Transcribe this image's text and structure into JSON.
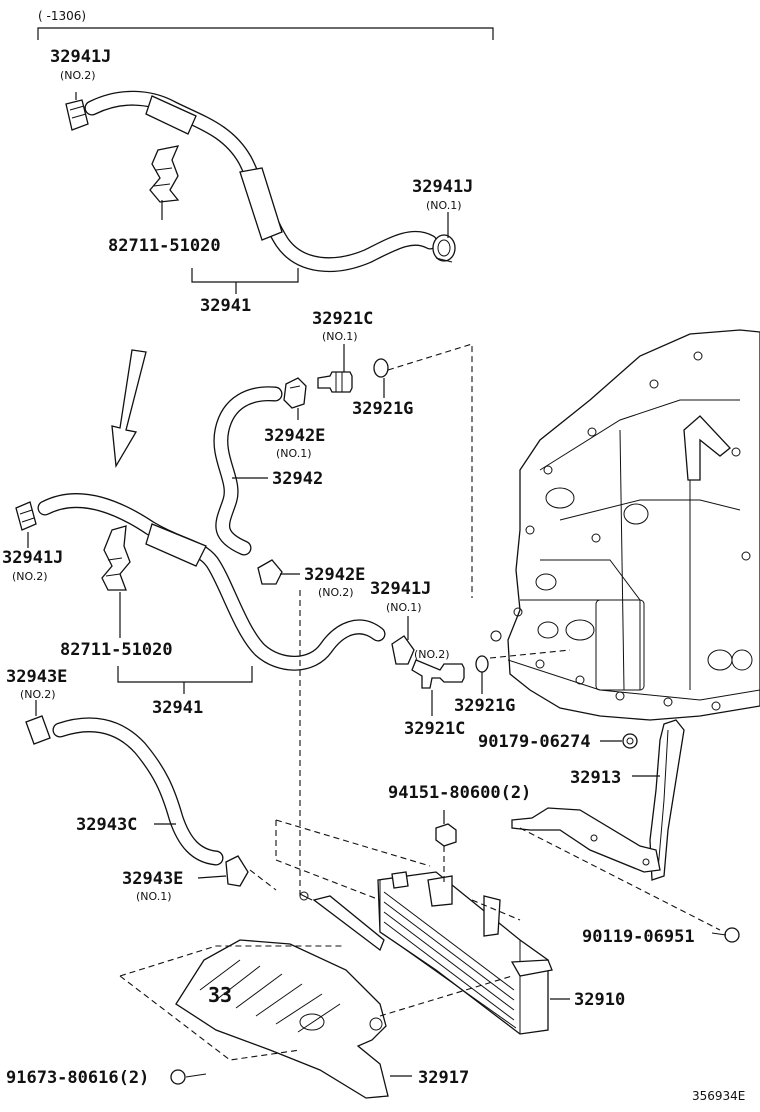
{
  "header_note": "(    -1306)",
  "figure_code": "356934E",
  "labels": {
    "top_32941J_no2": {
      "part": "32941J",
      "sub": "(NO.2)"
    },
    "top_32941J_no1": {
      "part": "32941J",
      "sub": "(NO.1)"
    },
    "top_clip": {
      "part": "82711-51020"
    },
    "top_hose": {
      "part": "32941"
    },
    "union_no1": {
      "part": "32921C",
      "sub": "(NO.1)"
    },
    "gasket_top": {
      "part": "32921G"
    },
    "clamp_32942E_no1": {
      "part": "32942E",
      "sub": "(NO.1)"
    },
    "hose_32942": {
      "part": "32942"
    },
    "mid_32941J_no2": {
      "part": "32941J",
      "sub": "(NO.2)"
    },
    "clamp_32942E_no2": {
      "part": "32942E",
      "sub": "(NO.2)"
    },
    "mid_32941J_no1": {
      "part": "32941J",
      "sub": "(NO.1)"
    },
    "mid_clip": {
      "part": "82711-51020"
    },
    "union_no2": {
      "part": "32921C",
      "sub": "(NO.2)"
    },
    "gasket_bottom": {
      "part": "32921G"
    },
    "mid_hose": {
      "part": "32941"
    },
    "clamp_32943E_no2": {
      "part": "32943E",
      "sub": "(NO.2)"
    },
    "bolt_90179": {
      "part": "90179-06274"
    },
    "bracket_32913": {
      "part": "32913"
    },
    "bolt_94151": {
      "part": "94151-80600(2)"
    },
    "hose_32943C": {
      "part": "32943C"
    },
    "clamp_32943E_no1": {
      "part": "32943E",
      "sub": "(NO.1)"
    },
    "bolt_90119": {
      "part": "90119-06951"
    },
    "cooler_32910": {
      "part": "32910"
    },
    "bolt_91673": {
      "part": "91673-80616(2)"
    },
    "cover_32917": {
      "part": "32917"
    }
  }
}
